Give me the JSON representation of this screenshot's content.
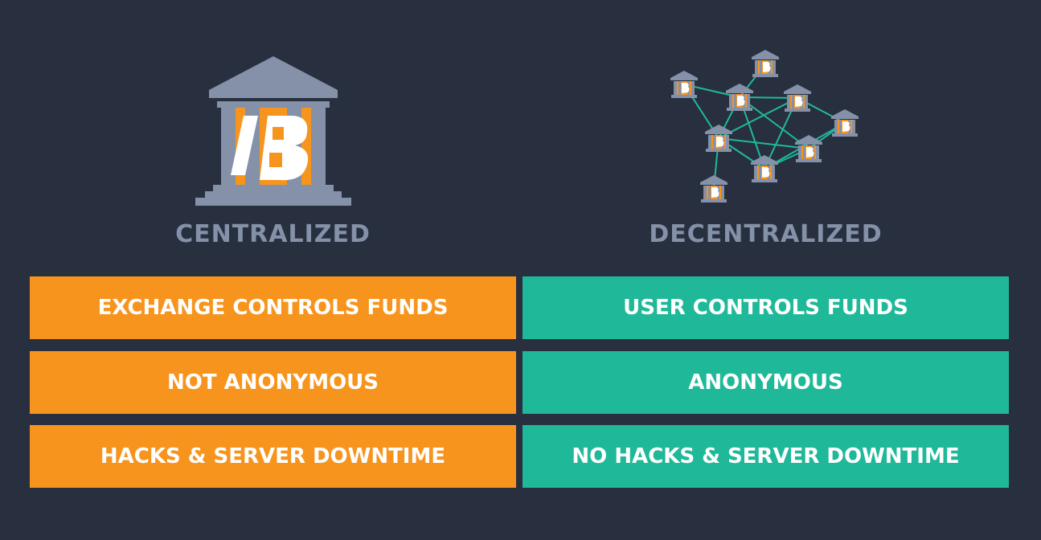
{
  "colors": {
    "background": "#283040",
    "centralized": "#f7941d",
    "decentralized": "#1fb999",
    "building": "#8591a8",
    "title": "#8591a8",
    "link": "#1fb999"
  },
  "icons": {
    "centralized": "bank-building-icon",
    "decentralized": "bank-network-icon"
  },
  "centralized": {
    "title": "CENTRALIZED",
    "rows": [
      "EXCHANGE CONTROLS FUNDS",
      "NOT ANONYMOUS",
      "HACKS & SERVER DOWNTIME"
    ]
  },
  "decentralized": {
    "title": "DECENTRALIZED",
    "rows": [
      "USER CONTROLS FUNDS",
      "ANONYMOUS",
      "NO HACKS & SERVER DOWNTIME"
    ]
  }
}
